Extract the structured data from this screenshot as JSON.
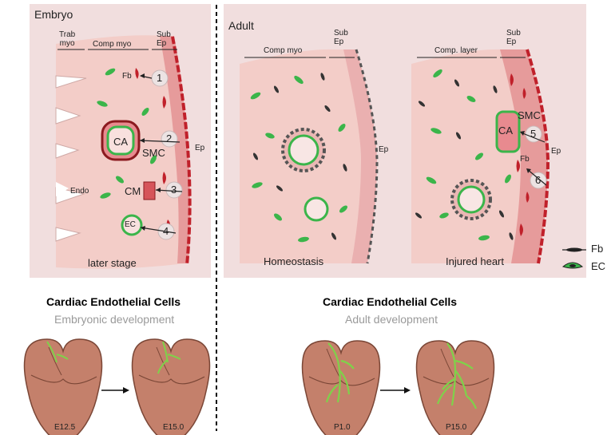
{
  "embryo_panel": {
    "title": "Embryo",
    "region_trab": "Trab\nmyo",
    "region_comp": "Comp myo",
    "region_sub": "Sub\nEp",
    "labels": {
      "fb": "Fb",
      "ca": "CA",
      "smc": "SMC",
      "cm": "CM",
      "ec": "EC",
      "endo": "Endo",
      "ep": "Ep"
    },
    "numbers": [
      "1",
      "2",
      "3",
      "4"
    ],
    "caption": "later stage"
  },
  "adult_panel": {
    "title": "Adult",
    "homeostasis": {
      "region_comp": "Comp myo",
      "region_sub": "Sub\nEp",
      "ep": "Ep",
      "caption": "Homeostasis"
    },
    "injured": {
      "region_comp": "Comp. layer",
      "region_sub": "Sub\nEp",
      "ca": "CA",
      "smc": "SMC",
      "fb": "Fb",
      "ep": "Ep",
      "numbers": [
        "5",
        "6"
      ],
      "caption": "Injured heart"
    },
    "legend": [
      {
        "label": "Fb",
        "icon": "fibroblast-icon"
      },
      {
        "label": "EC",
        "icon": "endothelial-cell-icon"
      }
    ]
  },
  "bottom_left": {
    "title": "Cardiac Endothelial Cells",
    "subtitle": "Embryonic development",
    "stages": [
      "E12.5",
      "E15.0"
    ]
  },
  "bottom_right": {
    "title": "Cardiac Endothelial Cells",
    "subtitle": "Adult development",
    "stages": [
      "P1.0",
      "P15.0"
    ]
  },
  "colors": {
    "myocardium": "#f0c4c0",
    "epicardium": "#c0202a",
    "endothelial": "#3bb54a",
    "vessel_green": "#7fd24a",
    "heart": "#c47f68",
    "panel_bg": "#f1dede"
  }
}
